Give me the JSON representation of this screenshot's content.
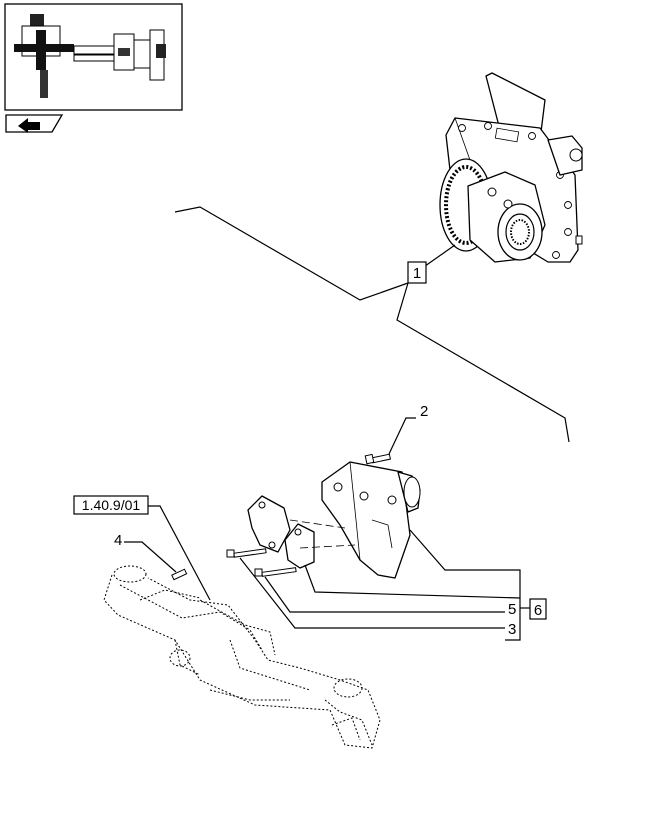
{
  "callouts": {
    "c1": "1",
    "c2": "2",
    "c3": "3",
    "c4": "4",
    "c5": "5",
    "c6": "6",
    "reference": "1.40.9/01"
  },
  "icons": {
    "thumbnail": "axle-overview-thumbnail",
    "navigation": "book-arrow-icon",
    "housing": "differential-housing-icon",
    "axle": "front-axle-outline-icon"
  }
}
